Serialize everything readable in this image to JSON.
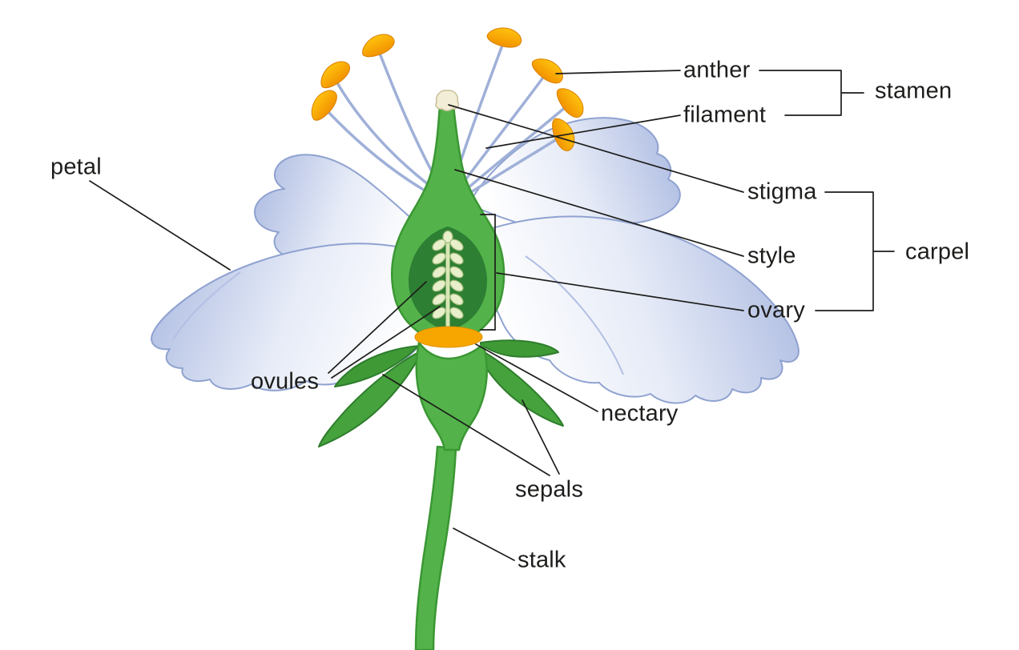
{
  "figure": {
    "type": "labeled-diagram",
    "subject": "flower-anatomy-cross-section",
    "labels": {
      "petal": "petal",
      "anther": "anther",
      "filament": "filament",
      "stamen": "stamen",
      "stigma": "stigma",
      "style": "style",
      "ovary": "ovary",
      "carpel": "carpel",
      "ovules": "ovules",
      "nectary": "nectary",
      "sepals": "sepals",
      "stalk": "stalk"
    },
    "colors": {
      "background": "#ffffff",
      "line": "#1d1d1b",
      "text": "#1d1d1b",
      "petal_blue": "#a9b8e0",
      "petal_light": "#e6ebf7",
      "petal_white": "#ffffff",
      "filament_blue": "#9fb0d8",
      "anther_yellow": "#ffc20e",
      "anther_orange": "#f29200",
      "leaf_green": "#53b34a",
      "leaf_green_dark": "#3b9733",
      "sepal_green": "#46a23c",
      "ovary_inner_green": "#2d7f33",
      "ovule_cream": "#e7efcb",
      "nectary_orange": "#f7a600",
      "stigma_cream": "#f2edd6"
    }
  }
}
